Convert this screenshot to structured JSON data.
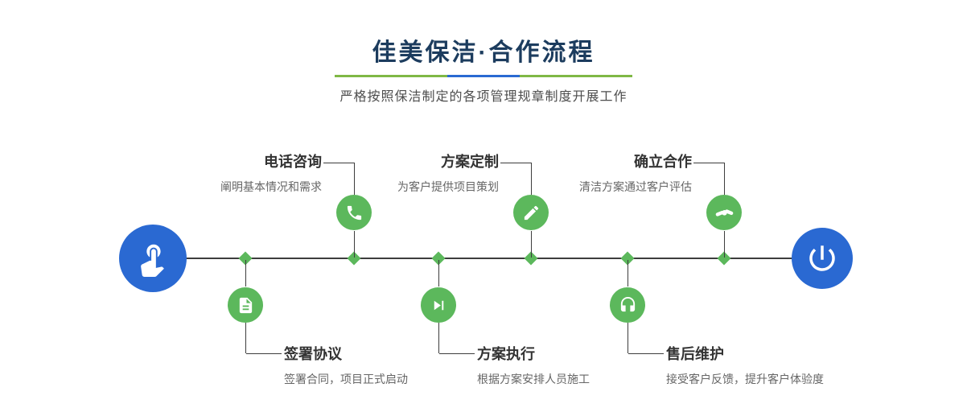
{
  "header": {
    "title": "佳美保洁·合作流程",
    "subtitle": "严格按照保洁制定的各项管理规章制度开展工作"
  },
  "steps_top": [
    {
      "title": "电话咨询",
      "desc": "阐明基本情况和需求",
      "icon": "phone-icon"
    },
    {
      "title": "方案定制",
      "desc": "为客户提供项目策划",
      "icon": "pencil-icon"
    },
    {
      "title": "确立合作",
      "desc": "清洁方案通过客户评估",
      "icon": "handshake-icon"
    }
  ],
  "steps_bottom": [
    {
      "title": "签署协议",
      "desc": "签署合同，项目正式启动",
      "icon": "document-pen-icon"
    },
    {
      "title": "方案执行",
      "desc": "根据方案安排人员施工",
      "icon": "play-next-icon"
    },
    {
      "title": "售后维护",
      "desc": "接受客户反馈，提升客户体验度",
      "icon": "headset-plus-icon"
    }
  ],
  "endpoints": {
    "start_icon": "pointer-hand-icon",
    "end_icon": "power-icon"
  },
  "colors": {
    "accent_blue": "#2a69d2",
    "accent_green": "#5cb85c",
    "title_navy": "#1c3c5e",
    "line": "#3d3d3d"
  }
}
